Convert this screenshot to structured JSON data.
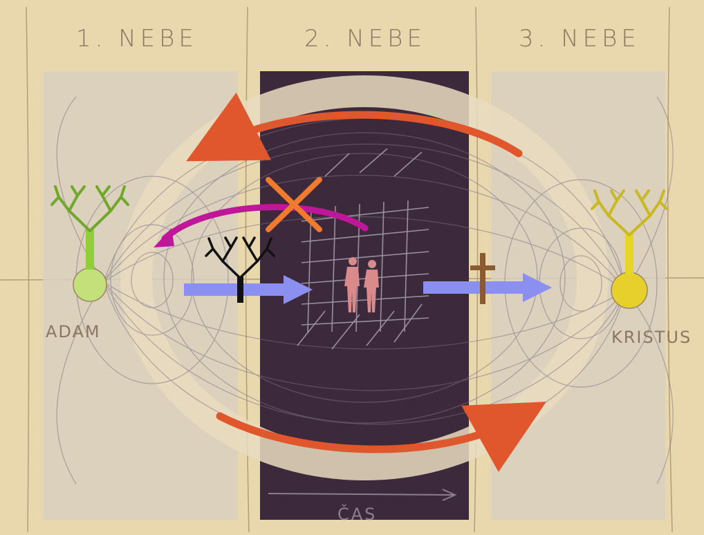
{
  "headings": {
    "heaven_1": "1. NEBE",
    "heaven_2": "2. NEBE",
    "heaven_3": "3. NEBE"
  },
  "nodes": {
    "left": "ADAM",
    "right": "KRISTUS"
  },
  "time_axis": {
    "label": "ČAS"
  },
  "colors": {
    "paper": "#e9d7ae",
    "panel_light": "#d8d0bf",
    "panel_dark": "#3c2a3c",
    "arrow_red": "#e0572e",
    "arrow_magenta": "#c0179a",
    "arrow_blue": "#8a8ff0",
    "cross_orange": "#f07a2e",
    "tree_green": "#8fcf3a",
    "tree_yellow": "#e6d62a",
    "figures": "#d98a8a",
    "cross_brown": "#8a5a30"
  },
  "icons": {
    "left_tree": "green-fractal-tree-icon",
    "middle_tree": "black-fractal-tree-icon",
    "right_tree": "yellow-fractal-tree-icon",
    "cross": "latin-cross-icon",
    "forbidden": "x-mark-icon",
    "figures": "two-human-figures-icon"
  }
}
